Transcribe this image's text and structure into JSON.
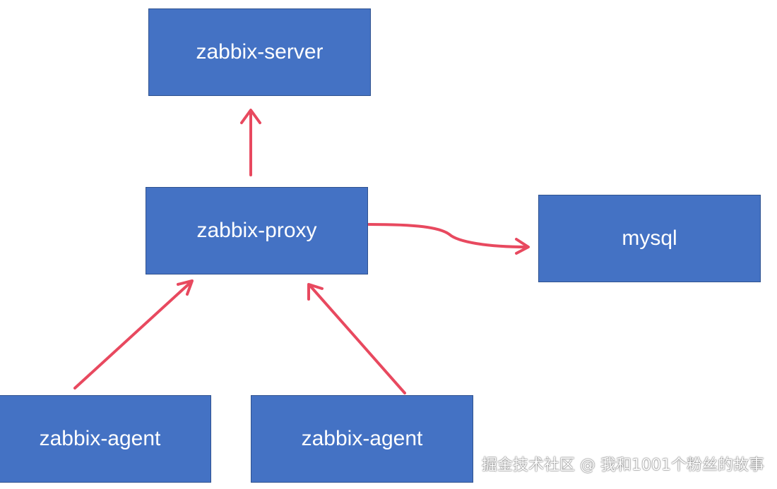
{
  "diagram": {
    "nodes": {
      "server": {
        "label": "zabbix-server"
      },
      "proxy": {
        "label": "zabbix-proxy"
      },
      "mysql": {
        "label": "mysql"
      },
      "agent_left": {
        "label": "zabbix-agent"
      },
      "agent_right": {
        "label": "zabbix-agent"
      }
    },
    "edges": [
      {
        "from": "proxy",
        "to": "server"
      },
      {
        "from": "proxy",
        "to": "mysql"
      },
      {
        "from": "agent_left",
        "to": "proxy"
      },
      {
        "from": "agent_right",
        "to": "proxy"
      }
    ],
    "colors": {
      "node_fill": "#4472c4",
      "node_border": "#2f528f",
      "node_text": "#ffffff",
      "arrow": "#e8495f"
    }
  },
  "watermark": "掘金技术社区 @ 我和1001个粉丝的故事"
}
